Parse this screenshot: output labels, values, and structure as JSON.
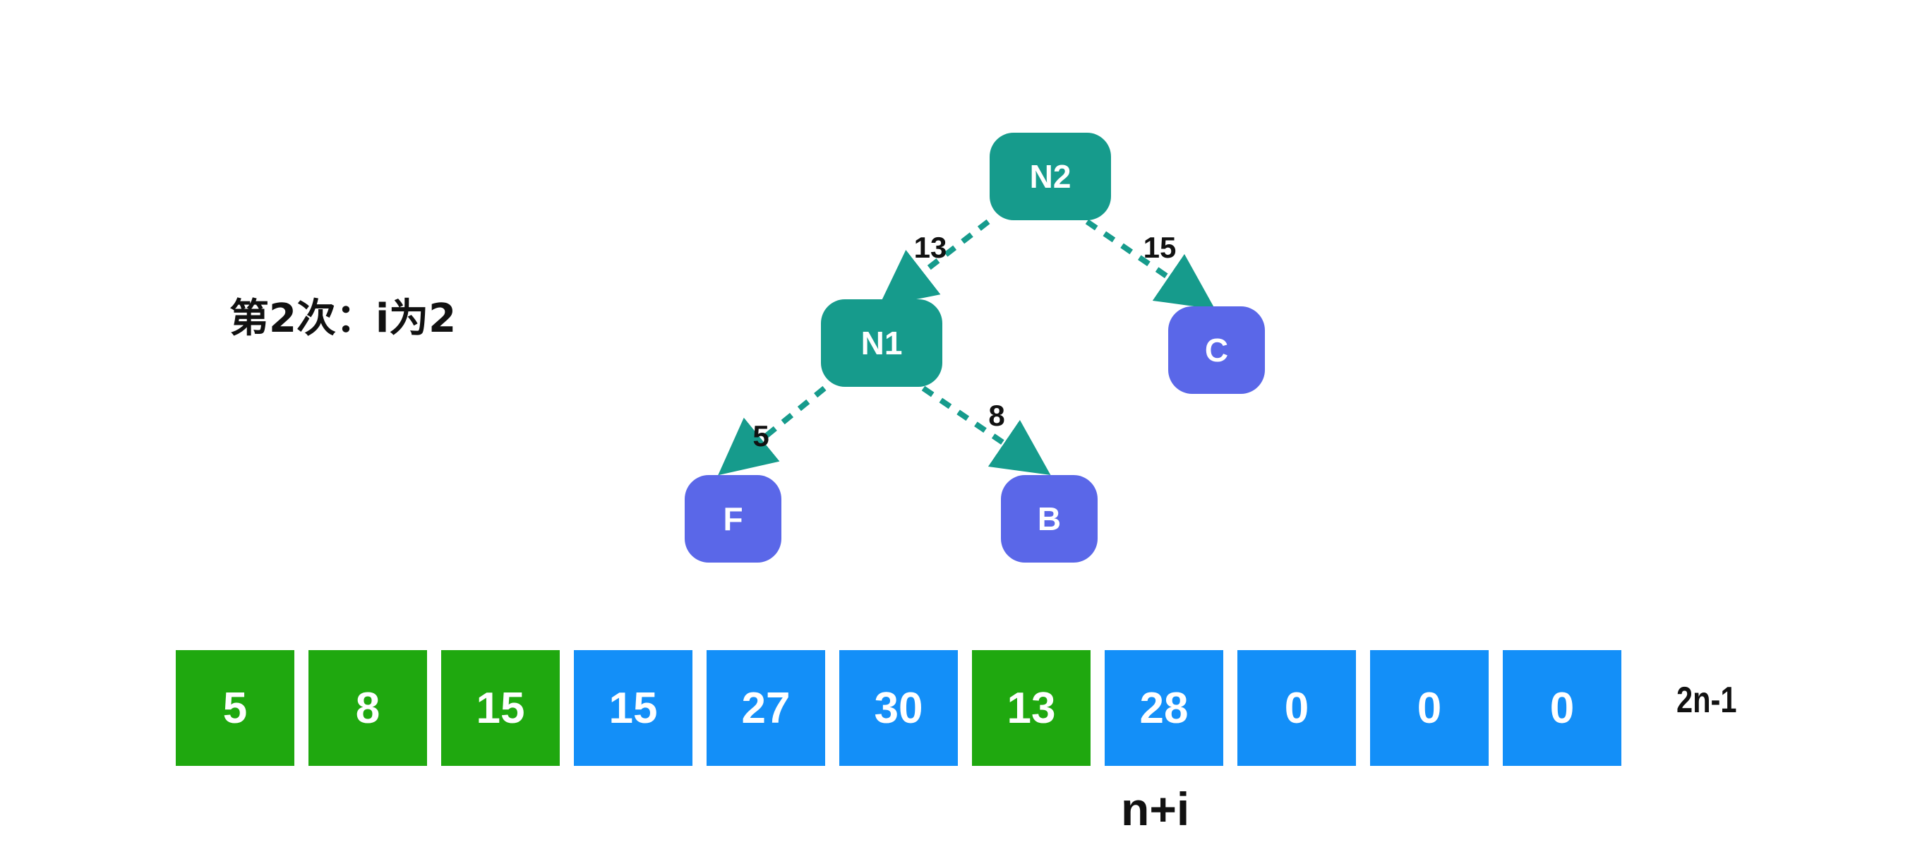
{
  "step_label": "第2次：i为2",
  "colors": {
    "internal_node": "#169b8c",
    "leaf_node": "#5a67e8",
    "edge": "#169b8c",
    "cell_green": "#1fa80f",
    "cell_blue": "#138ff8"
  },
  "tree": {
    "nodes": [
      {
        "id": "N2",
        "label": "N2",
        "kind": "internal"
      },
      {
        "id": "N1",
        "label": "N1",
        "kind": "internal"
      },
      {
        "id": "C",
        "label": "C",
        "kind": "leaf"
      },
      {
        "id": "F",
        "label": "F",
        "kind": "leaf"
      },
      {
        "id": "B",
        "label": "B",
        "kind": "leaf"
      }
    ],
    "edges": [
      {
        "from": "N2",
        "to": "N1",
        "weight": "13"
      },
      {
        "from": "N2",
        "to": "C",
        "weight": "15"
      },
      {
        "from": "N1",
        "to": "F",
        "weight": "5"
      },
      {
        "from": "N1",
        "to": "B",
        "weight": "8"
      }
    ]
  },
  "array": {
    "cells": [
      {
        "value": "5",
        "color": "green"
      },
      {
        "value": "8",
        "color": "green"
      },
      {
        "value": "15",
        "color": "green"
      },
      {
        "value": "15",
        "color": "blue"
      },
      {
        "value": "27",
        "color": "blue"
      },
      {
        "value": "30",
        "color": "blue"
      },
      {
        "value": "13",
        "color": "green"
      },
      {
        "value": "28",
        "color": "blue"
      },
      {
        "value": "0",
        "color": "blue"
      },
      {
        "value": "0",
        "color": "blue"
      },
      {
        "value": "0",
        "color": "blue"
      }
    ],
    "size_label": "2n-1",
    "index_label": "n+i"
  }
}
